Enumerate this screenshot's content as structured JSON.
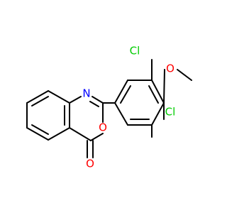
{
  "molecule": {
    "colors": {
      "carbon_bond": "#000000",
      "nitrogen": "#0000ff",
      "oxygen": "#ff0000",
      "chlorine": "#00cc00",
      "background": "#ffffff"
    },
    "atoms": {
      "n1": "N",
      "o_ring": "O",
      "o_carbonyl": "O",
      "cl_top": "Cl",
      "cl_bottom": "Cl",
      "o_methoxy": "O"
    }
  }
}
